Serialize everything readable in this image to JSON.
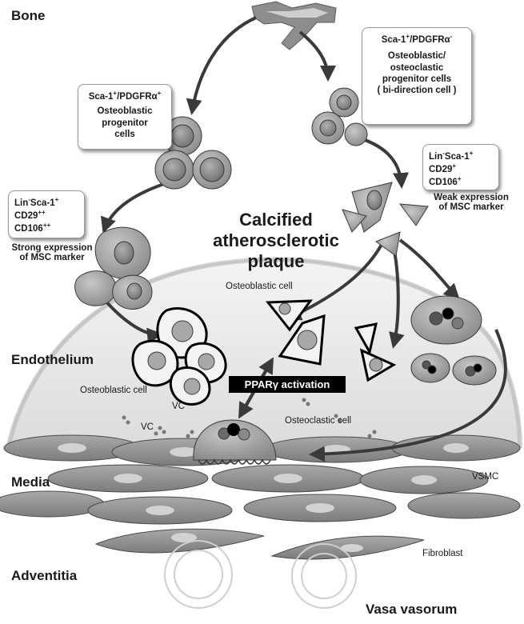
{
  "layers": {
    "bone": "Bone",
    "endothelium": "Endothelium",
    "media": "Media",
    "adventitia": "Adventitia",
    "vasa_vorum": "Vasa vasorum"
  },
  "title": [
    "Calcified",
    "atherosclerotic",
    "plaque"
  ],
  "boxes": {
    "left_progenitor": {
      "marker": "Sca-1",
      "marker_sup1": "+",
      "marker_mid": "/PDGFRα",
      "marker_sup2": "+",
      "lines": [
        "Osteoblastic",
        "progenitor",
        "cells"
      ]
    },
    "right_progenitor": {
      "marker": "Sca-1",
      "marker_sup1": "+",
      "marker_mid": "/PDGFRα",
      "marker_sup2": "-",
      "lines": [
        "Osteoblastic/",
        "osteoclastic",
        "progenitor cells",
        "( bi-direction cell )"
      ]
    },
    "left_msc": {
      "l1a": "Lin",
      "l1s1": "-",
      "l1b": "Sca-1",
      "l1s2": "+",
      "l2a": "CD29",
      "l2s": "++",
      "l3a": "CD106",
      "l3s": "++"
    },
    "right_msc": {
      "l1a": "Lin",
      "l1s1": "-",
      "l1b": "Sca-1",
      "l1s2": "+",
      "l2a": "CD29",
      "l2s": "+",
      "l3a": "CD106",
      "l3s": "+"
    }
  },
  "labels": {
    "strong_expr_1": "Strong expression",
    "strong_expr_2": "of MSC marker",
    "weak_expr_1": "Weak expression",
    "weak_expr_2": "of MSC marker",
    "osteoblastic_cell_top": "Osteoblastic cell",
    "osteoblastic_cell_left": "Osteoblastic cell",
    "osteoclastic_cell": "Osteoclastic cell",
    "vc_1": "VC",
    "vc_2": "VC",
    "vsmc": "VSMC",
    "fibroblast": "Fibroblast"
  },
  "ppar": "PPARγ activation",
  "colors": {
    "cell_fill": "#9e9e9e",
    "cell_dark": "#6e6e6e",
    "plaque": "#e9e9e9",
    "arrow": "#3a3a3a",
    "nucleus_dark": "#1a1a1a",
    "nucleus_red": "#8a8a8a"
  }
}
